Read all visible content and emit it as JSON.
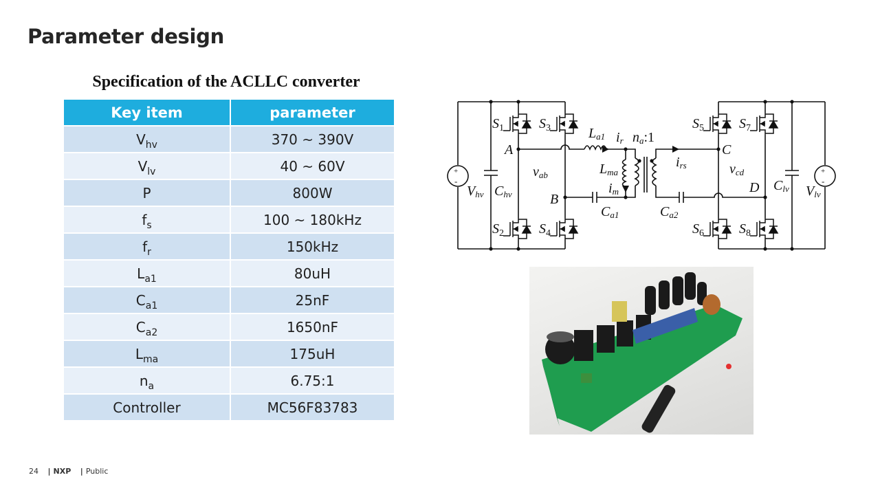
{
  "page_title": "Parameter design",
  "table": {
    "caption": "Specification of the ACLLC converter",
    "headers": [
      "Key item",
      "parameter"
    ],
    "rows": [
      {
        "item": "V",
        "sub": "hv",
        "value": "370 ~ 390V"
      },
      {
        "item": "V",
        "sub": "lv",
        "value": "40 ~ 60V"
      },
      {
        "item": "P",
        "sub": "",
        "value": "800W"
      },
      {
        "item": "f",
        "sub": "s",
        "value": "100 ~ 180kHz"
      },
      {
        "item": "f",
        "sub": "r",
        "value": "150kHz"
      },
      {
        "item": "L",
        "sub": "a1",
        "value": "80uH"
      },
      {
        "item": "C",
        "sub": "a1",
        "value": "25nF"
      },
      {
        "item": "C",
        "sub": "a2",
        "value": "1650nF"
      },
      {
        "item": "L",
        "sub": "ma",
        "value": "175uH"
      },
      {
        "item": "n",
        "sub": "a",
        "value": "6.75:1"
      },
      {
        "item": "Controller",
        "sub": "",
        "value": "MC56F83783"
      }
    ]
  },
  "schematic": {
    "switches": [
      "S1",
      "S2",
      "S3",
      "S4",
      "S5",
      "S6",
      "S7",
      "S8"
    ],
    "labels": {
      "vhv": "V",
      "vhv_sub": "hv",
      "chv": "C",
      "chv_sub": "hv",
      "node_a": "A",
      "node_b": "B",
      "node_c": "C",
      "node_d": "D",
      "vab": "v",
      "vab_sub": "ab",
      "vcd": "v",
      "vcd_sub": "cd",
      "la1": "L",
      "la1_sub": "a1",
      "lma": "L",
      "lma_sub": "ma",
      "ir": "i",
      "ir_sub": "r",
      "im": "i",
      "im_sub": "m",
      "irs": "i",
      "irs_sub": "rs",
      "ratio": "n",
      "ratio_sub": "a",
      "ratio_tail": ":1",
      "ca1": "C",
      "ca1_sub": "a1",
      "ca2": "C",
      "ca2_sub": "a2",
      "clv": "C",
      "clv_sub": "lv",
      "vlv": "V",
      "vlv_sub": "lv"
    }
  },
  "photo": {
    "subject": "converter-board-photo"
  },
  "footer": {
    "page_number": "24",
    "brand": "NXP",
    "classification": "Public"
  },
  "colors": {
    "header_bg": "#1eadde",
    "row_odd": "#cfe0f1",
    "row_even": "#e8f0f9",
    "title": "#262626"
  }
}
